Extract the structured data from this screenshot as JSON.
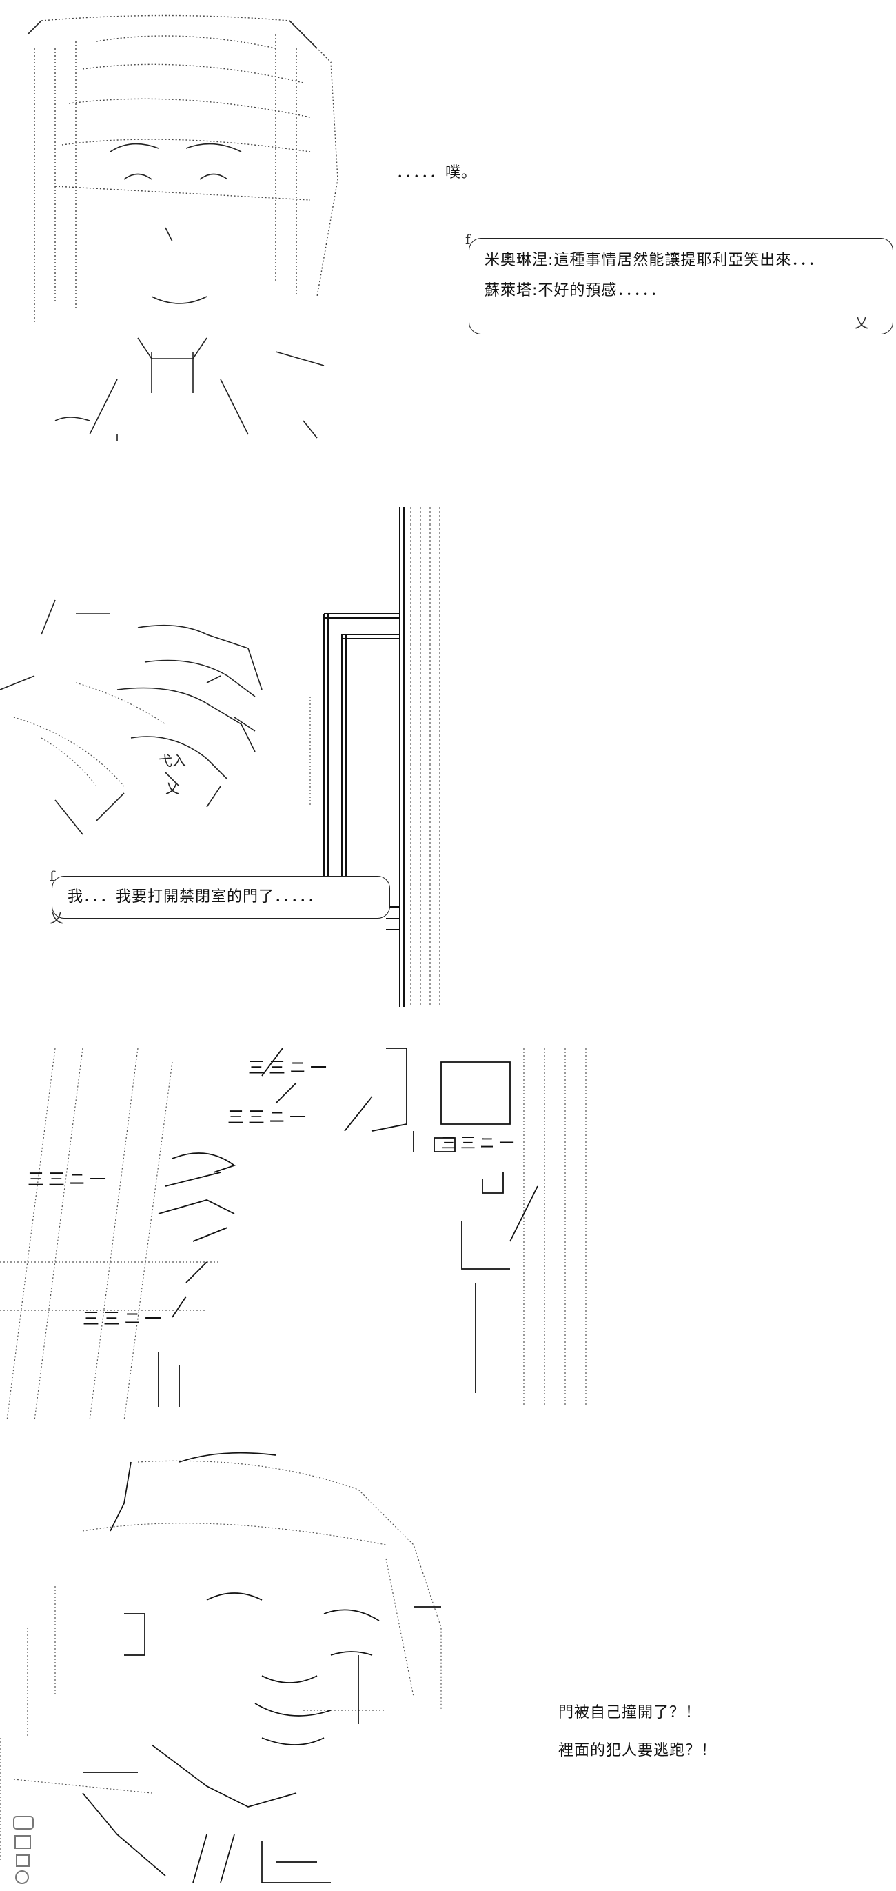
{
  "panels": [
    {
      "thought": "．．．．．噗。",
      "bubble_lines": [
        "米奧琳涅:這種事情居然能讓提耶利亞笑出來．．．",
        "蘇萊塔:不好的預感．．．．．"
      ]
    },
    {
      "bubble_lines": [
        "我．．．我要打開禁閉室的門了．．．．．"
      ]
    },
    {
      "sfx": "三三ニ一"
    },
    {
      "narration_lines": [
        "門被自己撞開了？！",
        "裡面的犯人要逃跑？！"
      ]
    }
  ],
  "icons": {
    "watermark": "dmzj-logo",
    "art": "ascii-art-drawing"
  }
}
